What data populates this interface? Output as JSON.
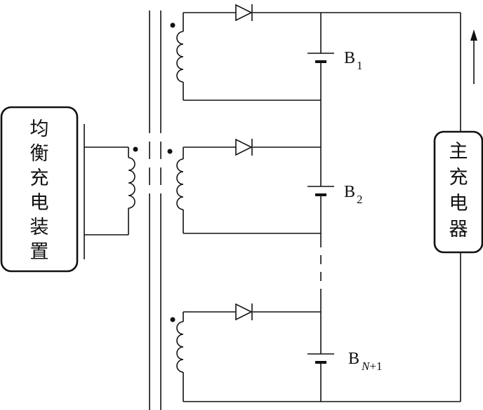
{
  "equalizer": {
    "chars": [
      "均",
      "衡",
      "充",
      "电",
      "装",
      "置"
    ]
  },
  "main_charger": {
    "chars": [
      "主",
      "充",
      "电",
      "器"
    ]
  },
  "batteries": [
    {
      "letter": "B",
      "sub": "1",
      "sub_italic": ""
    },
    {
      "letter": "B",
      "sub": "2",
      "sub_italic": ""
    },
    {
      "letter": "B",
      "sub": "+1",
      "sub_italic": "N"
    }
  ],
  "colors": {
    "line": "#111111",
    "background": "#ffffff"
  }
}
